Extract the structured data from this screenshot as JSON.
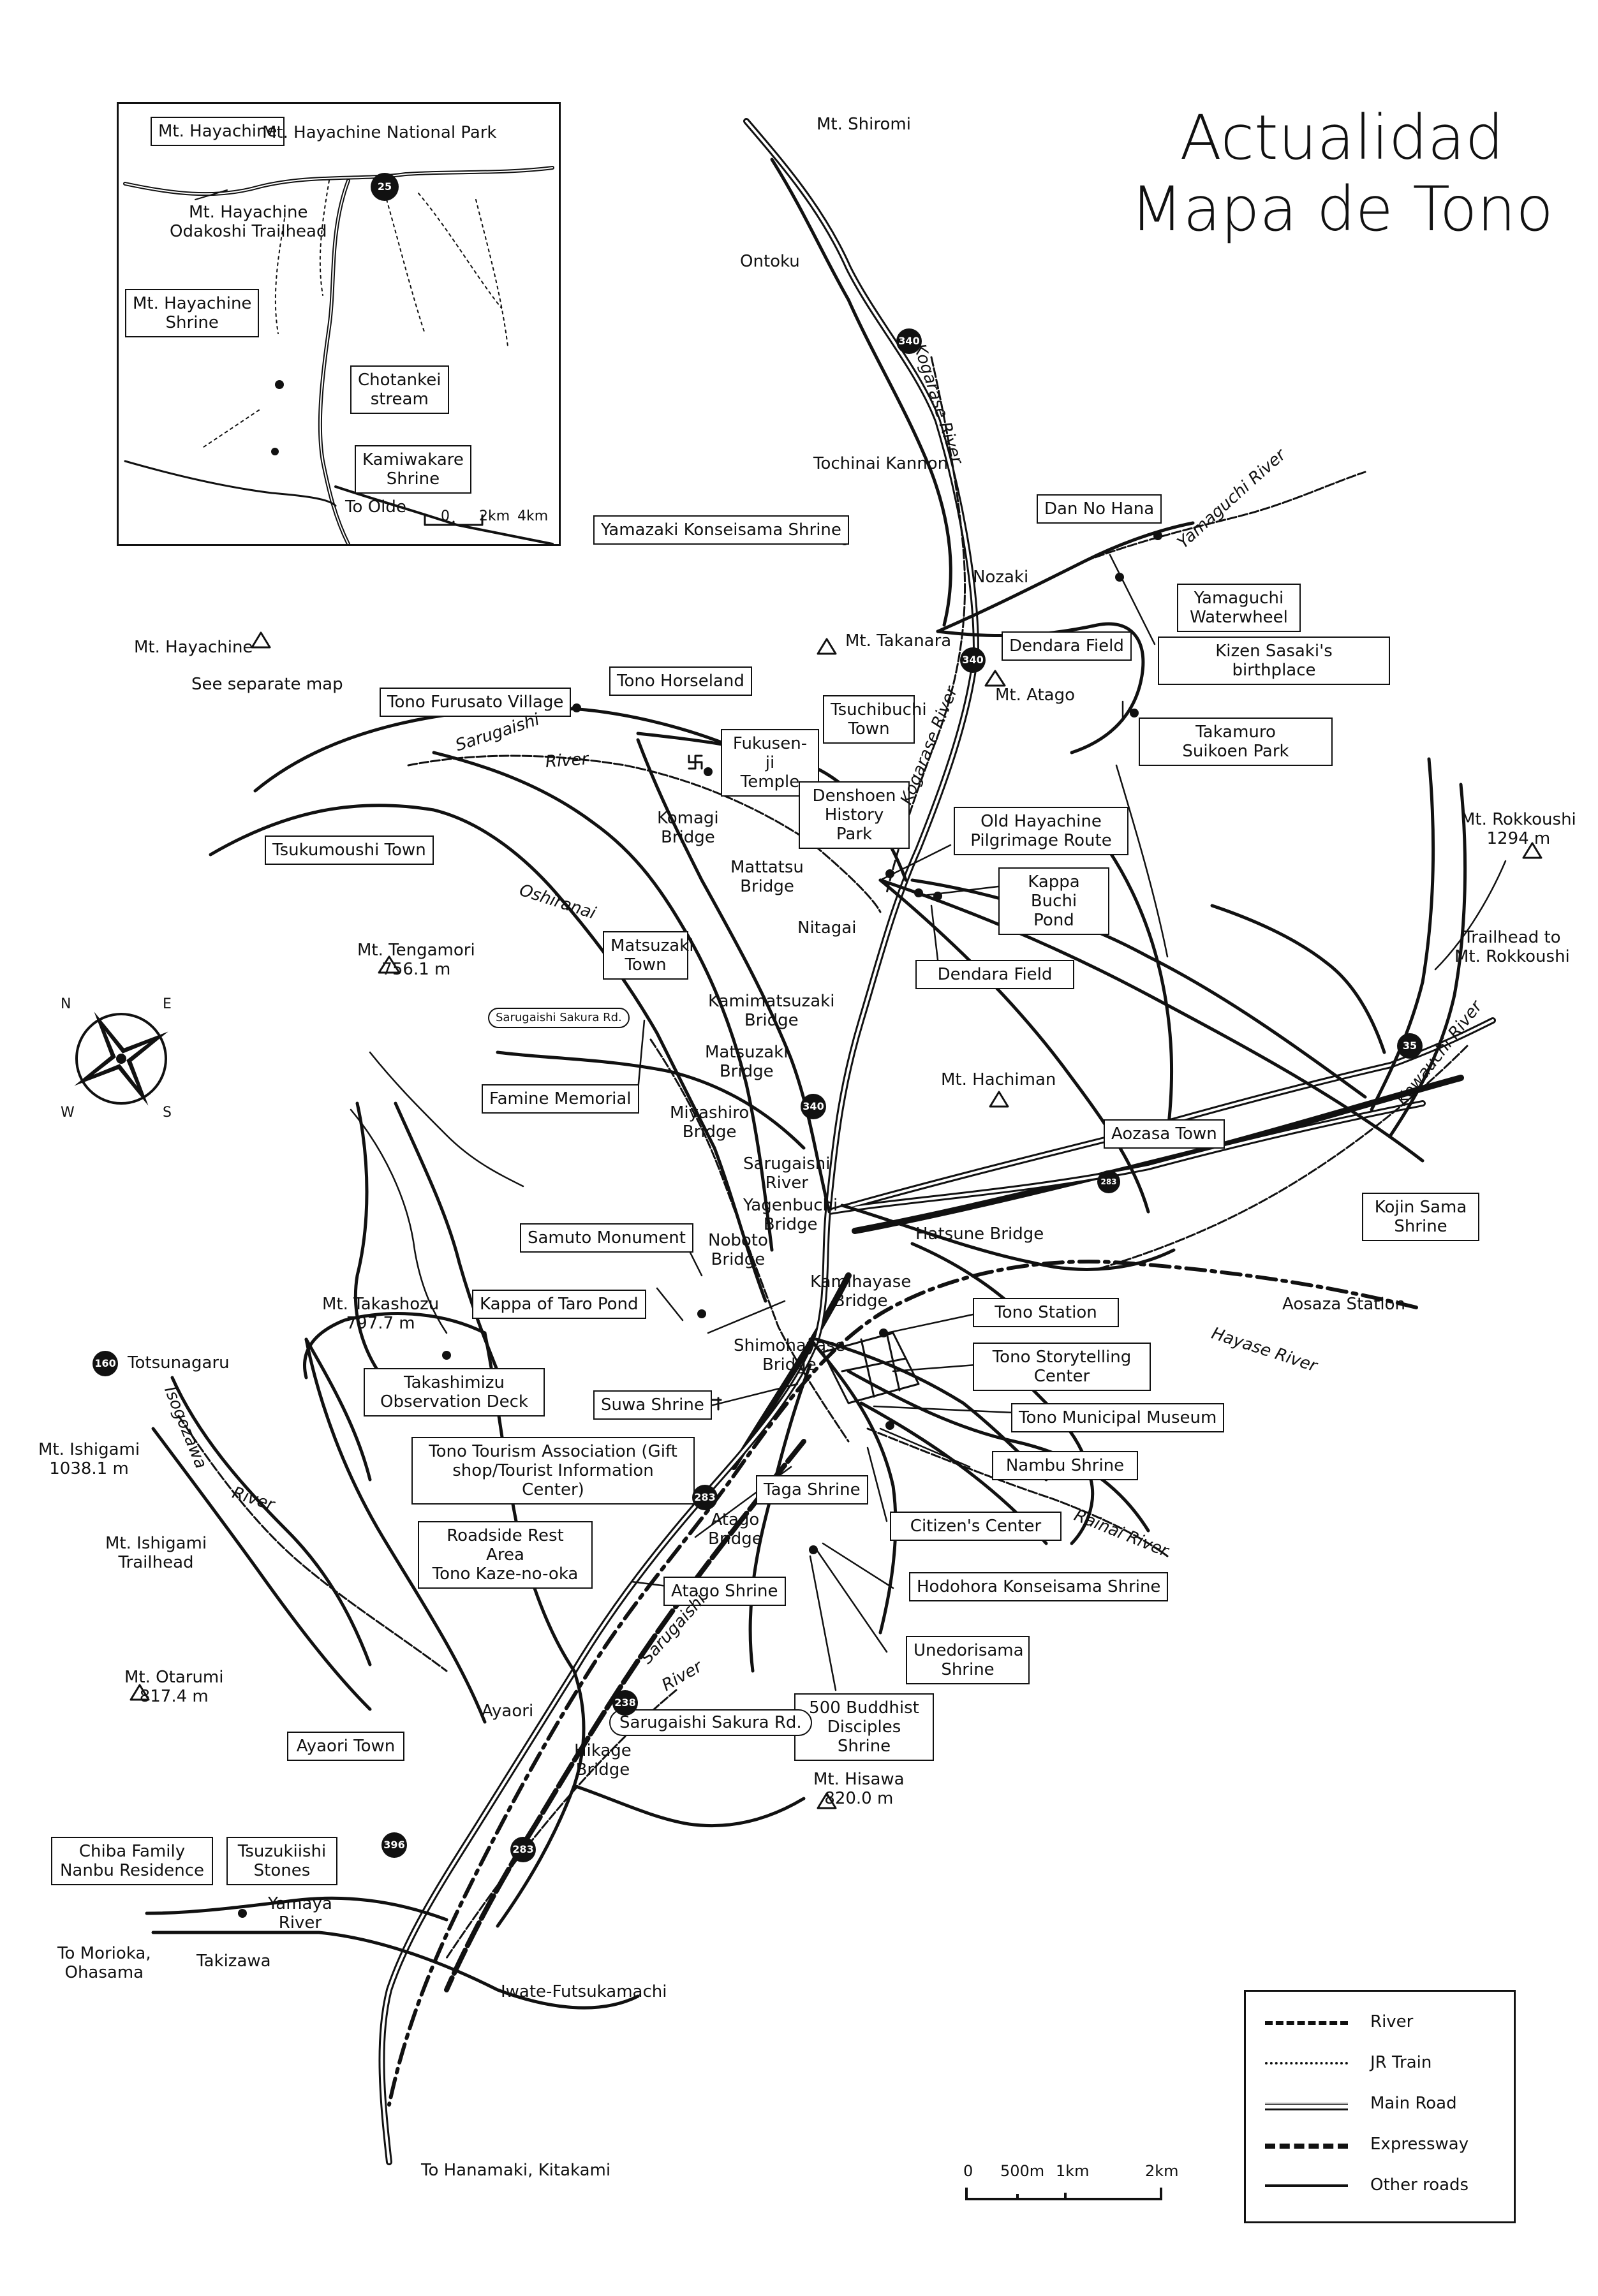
{
  "title": {
    "line1": "Actualidad",
    "line2": "Mapa de Tono"
  },
  "inset": {
    "boxes": {
      "mt_hayachine": "Mt. Hayachine",
      "mt_hayachine_shrine": "Mt. Hayachine\nShrine",
      "chotankei": "Chotankei\nstream",
      "kamiwakare": "Kamiwakare\nShrine"
    },
    "labels": {
      "national_park": "Mt. Hayachine National Park",
      "trailhead": "Mt. Hayachine\nOdakoshi Trailhead",
      "to_oide": "To Oide",
      "route": "25"
    },
    "scale": {
      "s0": "0",
      "s1": "2km",
      "s2": "4km"
    }
  },
  "boxes": {
    "dan_no_hana": "Dan No Hana",
    "yamazaki": "Yamazaki Konseisama Shrine",
    "yamaguchi_waterwheel": "Yamaguchi\nWaterwheel",
    "dendara_field_n": "Dendara Field",
    "kizen_sasaki": "Kizen Sasaki's\nbirthplace",
    "tono_horseland": "Tono Horseland",
    "tono_furusato": "Tono Furusato Village",
    "tsuchibuchi": "Tsuchibuchi\nTown",
    "fukusenji": "Fukusen-ji\nTemple",
    "takamuro": "Takamuro\nSuikoen Park",
    "denshoen": "Denshoen\nHistory Park",
    "old_hayachine": "Old Hayachine\nPilgrimage Route",
    "tsukumoushi": "Tsukumoushi Town",
    "kappa_buchi": "Kappa Buchi\nPond",
    "matsuzaki_town": "Matsuzaki\nTown",
    "dendara_field_s": "Dendara Field",
    "famine_memorial": "Famine Memorial",
    "aozasa_town": "Aozasa Town",
    "samuto": "Samuto Monument",
    "kojin_sama": "Kojin Sama\nShrine",
    "kappa_taro": "Kappa of Taro Pond",
    "tono_station": "Tono Station",
    "tono_storytelling": "Tono Storytelling\nCenter",
    "takashimizu": "Takashimizu\nObservation Deck",
    "suwa": "Suwa Shrine",
    "tono_museum": "Tono Municipal Museum",
    "tono_tourism": "Tono Tourism Association (Gift\nshop/Tourist Information Center)",
    "nambu_shrine": "Nambu Shrine",
    "taga_shrine": "Taga Shrine",
    "citizens_center": "Citizen's Center",
    "roadside_rest": "Roadside Rest Area\nTono Kaze-no-oka",
    "hodohora": "Hodohora Konseisama Shrine",
    "atago_shrine": "Atago Shrine",
    "unedorisama": "Unedorisama\nShrine",
    "buddhist_500": "500 Buddhist\nDisciples Shrine",
    "ayaori_town": "Ayaori Town",
    "chiba_family": "Chiba Family\nNanbu Residence",
    "tsuzukiishi": "Tsuzukiishi\nStones"
  },
  "pills": {
    "sakura_small": "Sarugaishi Sakura Rd.",
    "sakura_big": "Sarugaishi Sakura Rd."
  },
  "labels": {
    "mt_shiromi": "Mt. Shiromi",
    "ontoku": "Ontoku",
    "tochinai": "Tochinai Kannon",
    "nozaki": "Nozaki",
    "mt_hayachine": "Mt. Hayachine",
    "see_separate": "See separate map",
    "mt_takanara": "Mt. Takanara",
    "mt_atago": "Mt. Atago",
    "komagi": "Komagi\nBridge",
    "mattatsu": "Mattatsu\nBridge",
    "nitagai": "Nitagai",
    "mt_rokkoushi": "Mt. Rokkoushi\n1294 m",
    "trailhead_rokkoushi": "Trailhead to\nMt. Rokkoushi",
    "mt_tengamori": "Mt. Tengamori\n756.1 m",
    "kamimatsuzaki": "Kamimatsuzaki\nBridge",
    "matsuzaki_bridge": "Matsuzaki\nBridge",
    "miyashiro": "Miyashiro\nBridge",
    "mt_hachiman": "Mt. Hachiman",
    "sarugaishi_river_c": "Sarugaishi\nRiver",
    "yagenbuchi": "Yagenbuchi\nBridge",
    "hatsune": "Hatsune Bridge",
    "noboto": "Noboto\nBridge",
    "kamihayase": "Kamihayase\nBridge",
    "aosaza_station": "Aosaza Station",
    "mt_takashozu": "Mt. Takashozu\n797.7 m",
    "shimohayase": "Shimohayase\nBridge",
    "totsunagaru": "Totsunagaru",
    "mt_ishigami": "Mt. Ishigami\n1038.1 m",
    "ishigami_trailhead": "Mt. Ishigami\nTrailhead",
    "atago_bridge": "Atago\nBridge",
    "mt_otarumi": "Mt. Otarumi\n817.4 m",
    "ayaori": "Ayaori",
    "hikage": "Hikage\nBridge",
    "mt_hisawa": "Mt. Hisawa\n820.0 m",
    "to_morioka": "To Morioka,\nOhasama",
    "takizawa": "Takizawa",
    "yamaya_river": "Yamaya\nRiver",
    "iwate_futsukamachi": "Iwate-Futsukamachi",
    "to_hanamaki": "To Hanamaki, Kitakami"
  },
  "rivers": {
    "kogarase_n": "Kogarase River",
    "yamaguchi": "Yamaguchi River",
    "kogarase_c": "Kogarase River",
    "sarugaishi_w": "Sarugaishi",
    "river_w": "River",
    "oshiranai": "Oshiranai",
    "kowauchi": "Kowauchi River",
    "hayase": "Hayase River",
    "isogozawa": "Isogozawa",
    "river_ishigami": "River",
    "rainai": "Rainai River",
    "sarugaishi_s": "Sarugaishi",
    "river_s": "River"
  },
  "routes": {
    "r340a": "340",
    "r340b": "340",
    "r340c": "340",
    "r35": "35",
    "r283a": "283",
    "r283b": "283",
    "r238": "238",
    "r160": "160",
    "r396": "396",
    "r283c": "283"
  },
  "compass": {
    "n": "N",
    "e": "E",
    "s": "S",
    "w": "W"
  },
  "scale": {
    "s0": "0",
    "s1": "500m",
    "s2": "1km",
    "s3": "2km"
  },
  "legend": {
    "river": "River",
    "jr": "JR Train",
    "main": "Main Road",
    "expressway": "Expressway",
    "other": "Other roads"
  }
}
